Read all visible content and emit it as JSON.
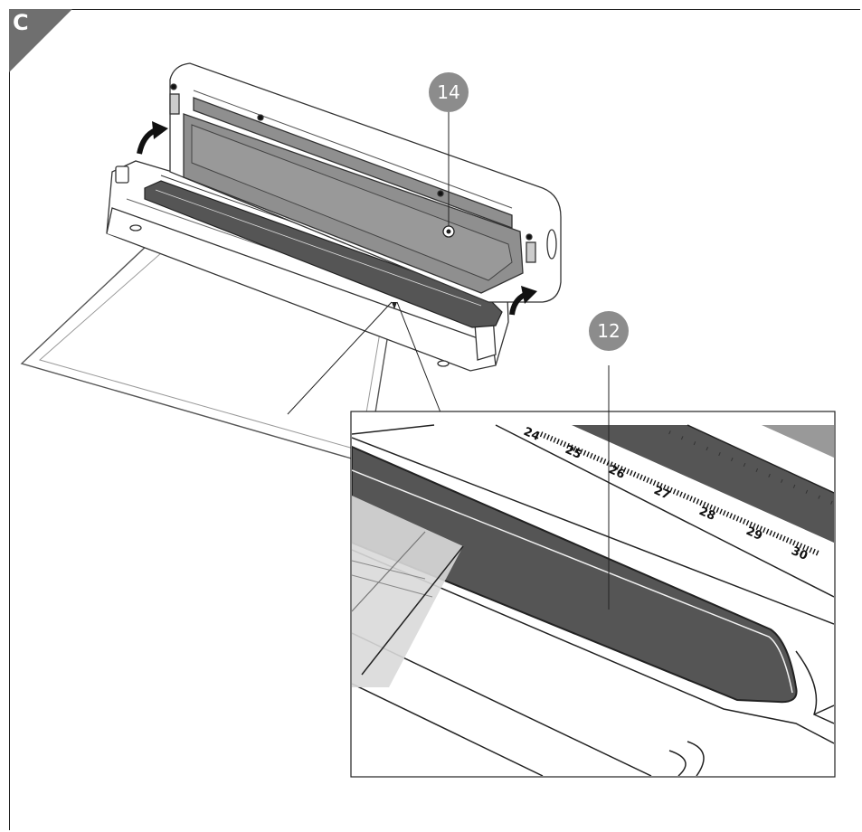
{
  "section": {
    "letter": "C"
  },
  "callouts": [
    {
      "label": "14"
    },
    {
      "label": "12"
    }
  ],
  "ruler_labels": [
    "24",
    "25",
    "26",
    "27",
    "28",
    "29",
    "30"
  ],
  "colors": {
    "channel": "#555555",
    "lid_panel": "#8f8f8f",
    "callout": "#8c8c8c",
    "tab": "#6f6f6f",
    "outline": "#222222"
  }
}
